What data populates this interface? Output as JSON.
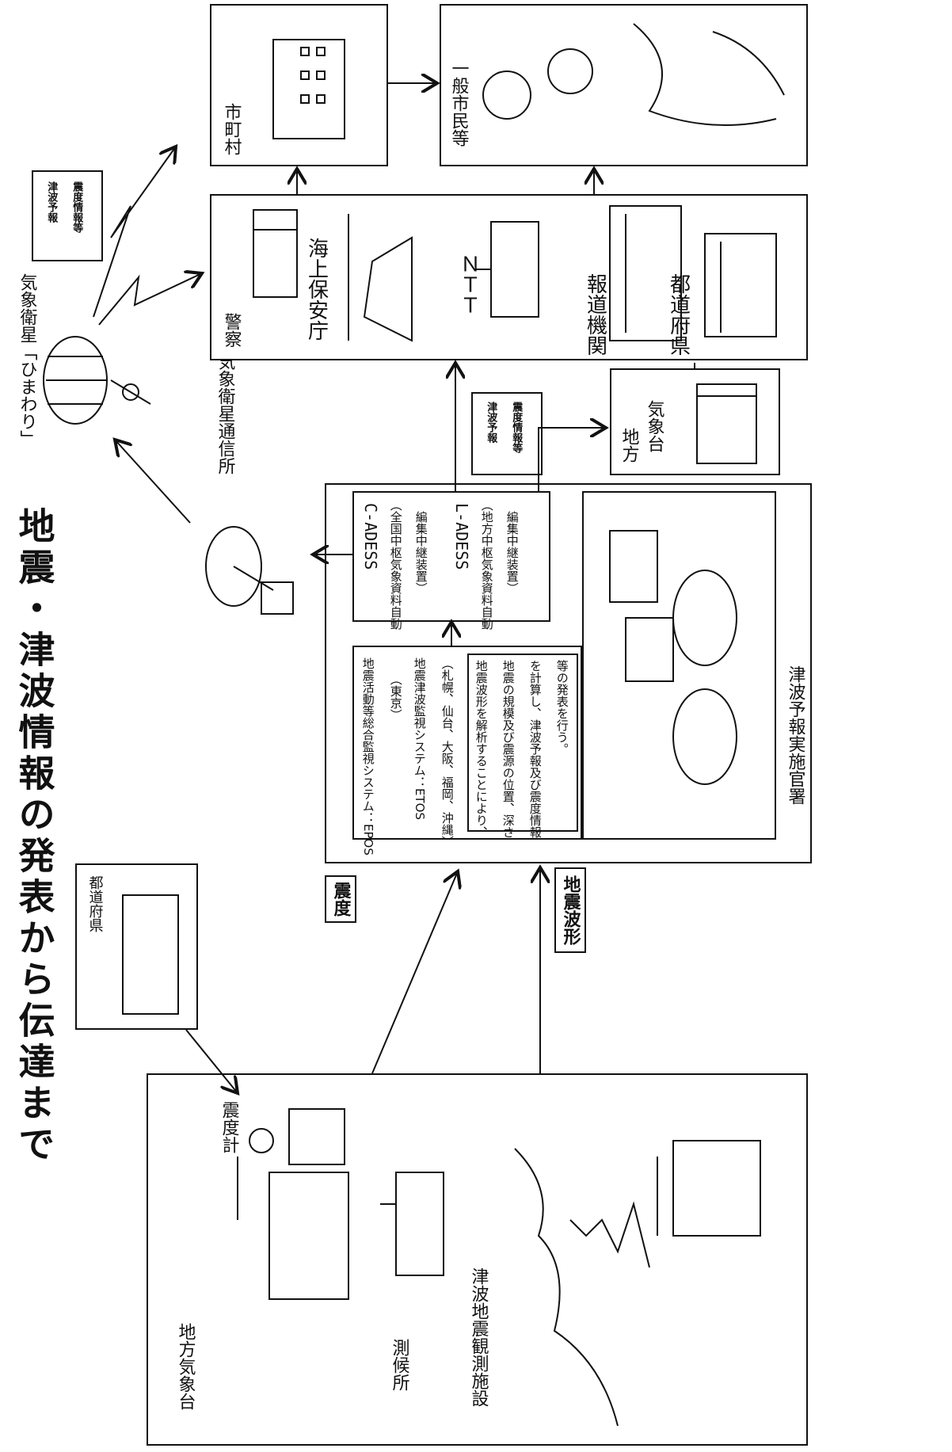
{
  "title": "地震・津波情報の発表から伝達まで",
  "left_panel": {
    "prefecture": "都道府県",
    "local_obs": "地方気象台",
    "seismometer": "震度計",
    "weather_station": "測候所",
    "tsunami_facility": "津波地震観測施設"
  },
  "tags": {
    "intensity": "震度",
    "waveform": "地震波形"
  },
  "center_panel": {
    "epos_line1": "地震活動等総合監視システム：EPOS",
    "epos_line2": "（東京）",
    "etos_line1": "地震津波監視システム：ETOS",
    "etos_line2": "（札幌、仙台、大阪、福岡、沖縄）",
    "desc_line1": "地震波形を解析することにより、",
    "desc_line2": "地震の規模及び震源の位置、深さ",
    "desc_line3": "を計算し、津波予報及び震度情報",
    "desc_line4": "等の発表を行う。",
    "cadess_title": "C-ADESS",
    "cadess_line1": "（全国中枢気象資料自動",
    "cadess_line2": "編集中継装置）",
    "ladess_title": "L-ADESS",
    "ladess_line1": "（地方中枢気象資料自動",
    "ladess_line2": "編集中継装置）",
    "bottom_label": "津波予報実施官署"
  },
  "info_label": {
    "col1": "津波予報",
    "col2": "震度情報等"
  },
  "satellite_station": "気象衛星通信所",
  "satellite": "気象衛星「ひまわり」",
  "regional_obs": {
    "line1": "地方",
    "line2": "気象台"
  },
  "agencies": {
    "police": "警察",
    "coast_guard": "海上保安庁",
    "ntt": "ＮＴＴ",
    "media": "報道機関",
    "prefecture": "都道府県"
  },
  "municipality": "市町村",
  "citizens": "一般市民等"
}
